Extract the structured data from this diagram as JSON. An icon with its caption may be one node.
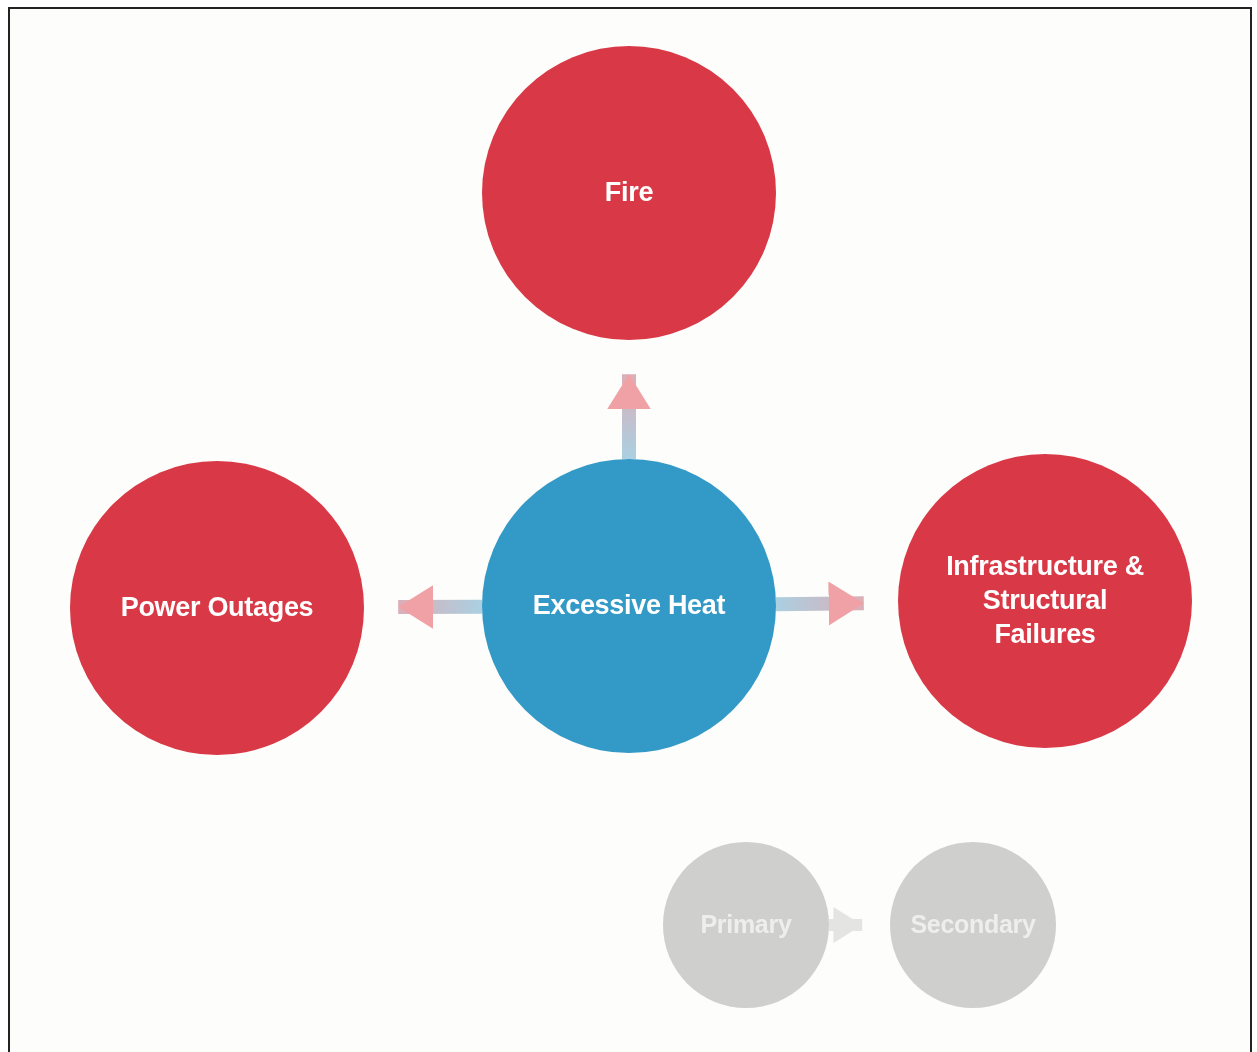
{
  "diagram": {
    "nodes": [
      {
        "text": [
          "Fire"
        ]
      },
      {
        "text": [
          "Power Outages"
        ]
      },
      {
        "text": [
          "Excessive Heat"
        ]
      },
      {
        "text": [
          "Infrastructure & Structural Failures"
        ]
      },
      {
        "text": [
          "Primary"
        ]
      },
      {
        "text": [
          "Secondary"
        ]
      }
    ],
    "edges": [
      {
        "from": 2,
        "to": 0,
        "arrow": "to",
        "style": "thick"
      },
      {
        "from": 2,
        "to": 1,
        "arrow": "to",
        "style": "thick"
      },
      {
        "from": 2,
        "to": 3,
        "arrow": "to",
        "style": "thick"
      },
      {
        "from": 4,
        "to": 5,
        "arrow": "to",
        "style": "thick",
        "color": "#e4e4e2"
      }
    ]
  }
}
